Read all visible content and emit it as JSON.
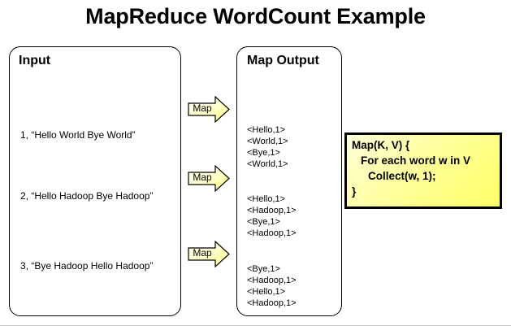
{
  "slide": {
    "title": "MapReduce WordCount Example"
  },
  "input_panel": {
    "title": "Input",
    "lines": [
      "1, “Hello World Bye World”",
      "2, “Hello Hadoop Bye Hadoop”",
      "3, “Bye Hadoop Hello Hadoop”"
    ]
  },
  "output_panel": {
    "title": "Map Output",
    "groups": [
      [
        "<Hello,1>",
        "<World,1>",
        "<Bye,1>",
        "<World,1>"
      ],
      [
        "<Hello,1>",
        "<Hadoop,1>",
        "<Bye,1>",
        "<Hadoop,1>"
      ],
      [
        "<Bye,1>",
        "<Hadoop,1>",
        "<Hello,1>",
        "<Hadoop,1>"
      ]
    ]
  },
  "arrows": [
    {
      "label": "Map"
    },
    {
      "label": "Map"
    },
    {
      "label": "Map"
    }
  ],
  "code_box": {
    "lines": [
      "Map(K, V) {",
      "For each word w in V",
      "Collect(w, 1);",
      "}"
    ]
  },
  "colors": {
    "background": "#ffffff",
    "stroke": "#000000",
    "arrow_fill_light": "#ffffdd",
    "arrow_fill_dark": "#ffff88",
    "code_fill_light": "#ffffd9",
    "code_fill_dark": "#ffff66"
  }
}
